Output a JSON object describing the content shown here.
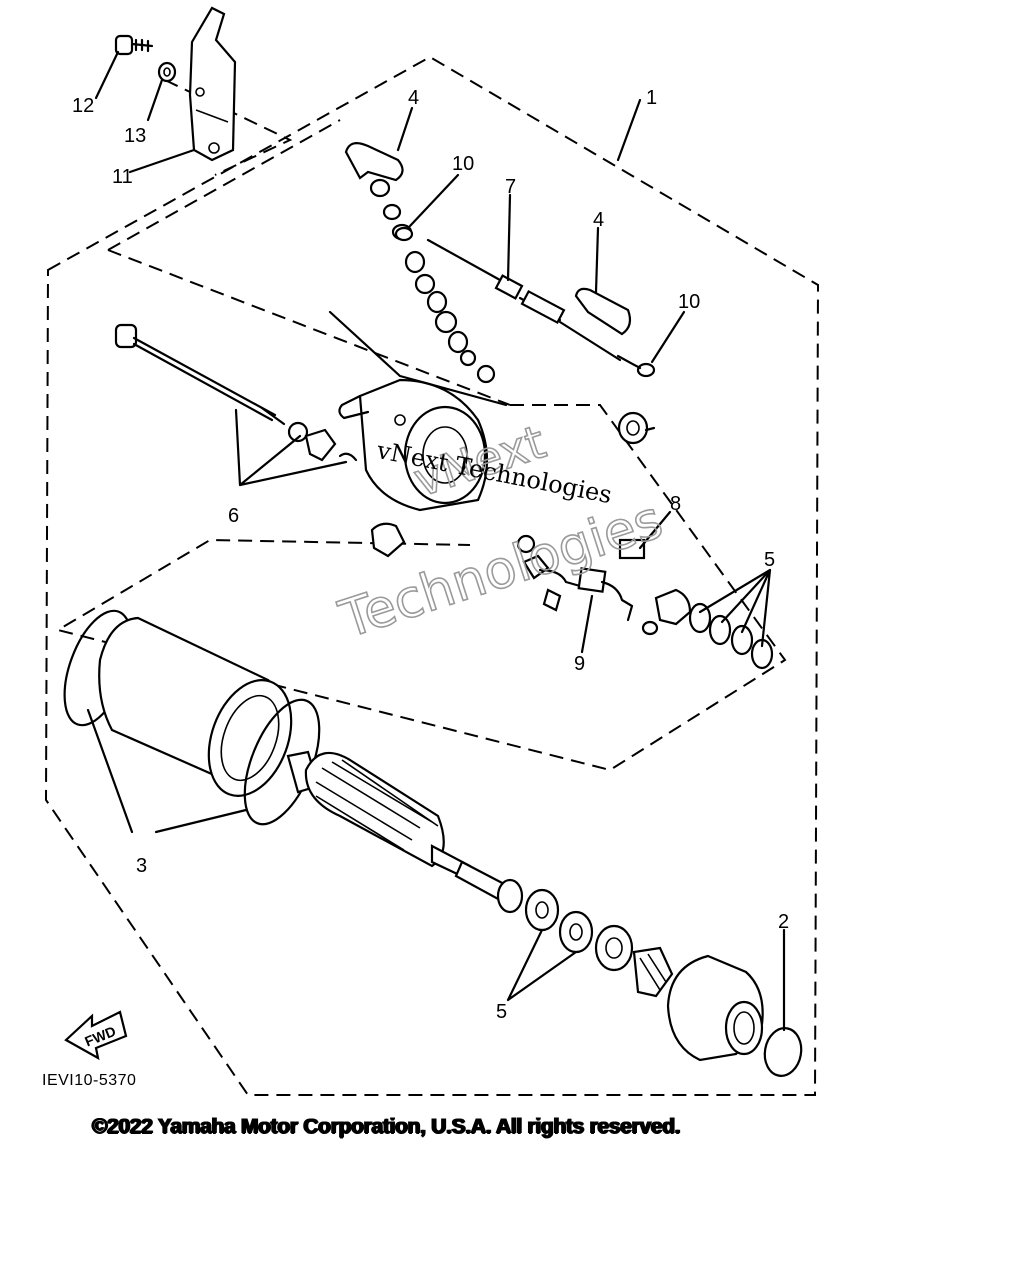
{
  "diagram": {
    "callouts": [
      "1",
      "2",
      "3",
      "4",
      "4",
      "5",
      "5",
      "6",
      "7",
      "8",
      "9",
      "10",
      "10",
      "11",
      "12",
      "13"
    ],
    "direction_badge": "FWD",
    "diagram_code": "IEVI10-5370"
  },
  "watermark": {
    "line1": "vNext",
    "line2": "Technologies",
    "overlay": "vNext Technologies"
  },
  "footer": {
    "copyright": "©2022 Yamaha Motor Corporation, U.S.A. All rights reserved."
  }
}
